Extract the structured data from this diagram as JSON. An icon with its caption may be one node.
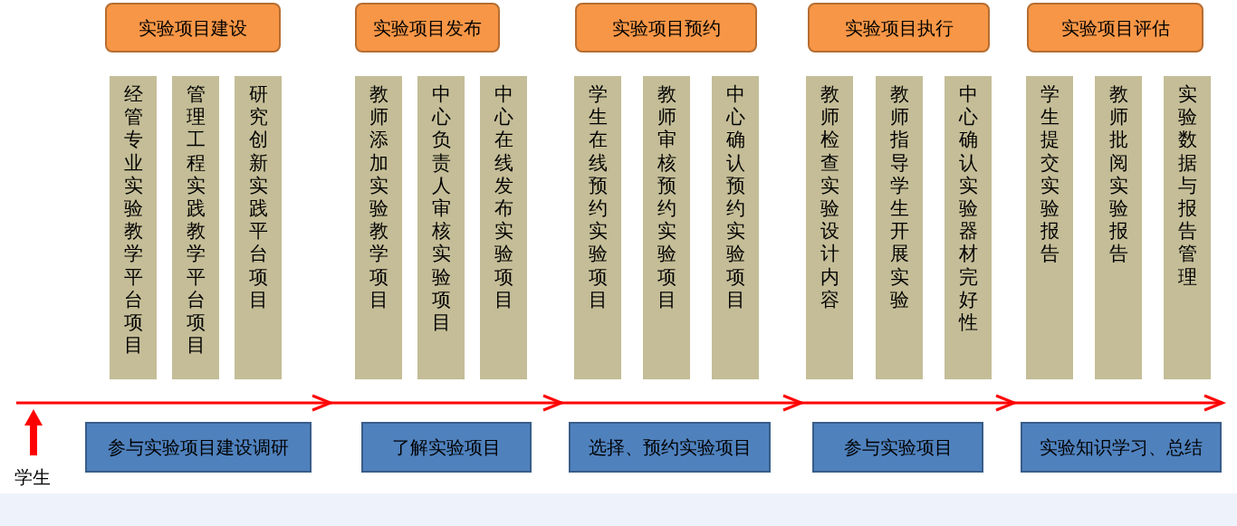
{
  "diagram": {
    "nodes": [
      {
        "text": [
          "实验项目建设"
        ]
      },
      {
        "text": [
          "实验项目发布"
        ]
      },
      {
        "text": [
          "实验项目预约"
        ]
      },
      {
        "text": [
          "实验项目执行"
        ]
      },
      {
        "text": [
          "实验项目评估"
        ]
      },
      {
        "text": [
          "经管专业实验教学平台项目"
        ]
      },
      {
        "text": [
          "管理工程实践教学平台项目"
        ]
      },
      {
        "text": [
          "研究创新实践平台项目"
        ]
      },
      {
        "text": [
          "教师添加实验教学项目"
        ]
      },
      {
        "text": [
          "中心负责人审核实验项目"
        ]
      },
      {
        "text": [
          "中心在线发布实验项目"
        ]
      },
      {
        "text": [
          "学生在线预约实验项目"
        ]
      },
      {
        "text": [
          "教师审核预约实验项目"
        ]
      },
      {
        "text": [
          "中心确认预约实验项目"
        ]
      },
      {
        "text": [
          "教师检查实验设计内容"
        ]
      },
      {
        "text": [
          "教师指导学生开展实验"
        ]
      },
      {
        "text": [
          "中心确认实验器材完好性"
        ]
      },
      {
        "text": [
          "学生提交实验报告"
        ]
      },
      {
        "text": [
          "教师批阅实验报告"
        ]
      },
      {
        "text": [
          "实验数据与报告管理"
        ]
      },
      {
        "text": [
          "参与实验项目建设调研"
        ]
      },
      {
        "text": [
          "了解实验项目"
        ]
      },
      {
        "text": [
          "选择、预约实验项目"
        ]
      },
      {
        "text": [
          "参与实验项目"
        ]
      },
      {
        "text": [
          "实验知识学习、总结"
        ]
      }
    ],
    "labels": [
      "学生"
    ]
  }
}
